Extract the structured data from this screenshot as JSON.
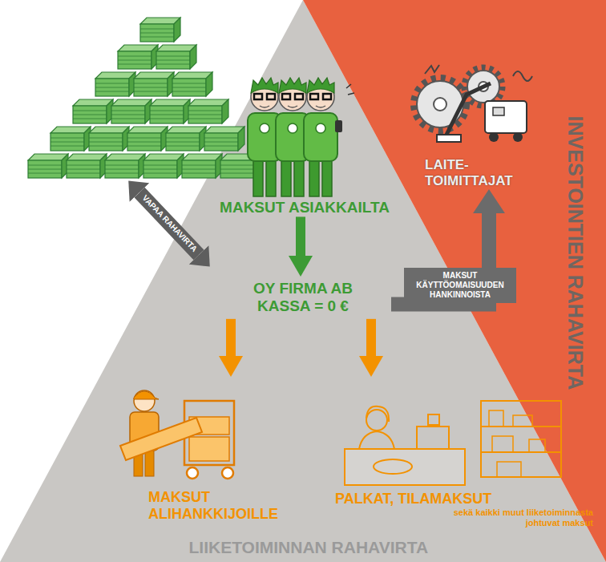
{
  "diagram": {
    "nodes": [
      {
        "text": [
          "MAKSUT ASIAKKAILTA"
        ]
      },
      {
        "text": [
          "OY FIRMA AB",
          "KASSA = 0 €"
        ]
      },
      {
        "text": [
          "MAKSUT ALIHANKKIJOILLE"
        ]
      },
      {
        "text": [
          "PALKAT, TILAMAKSUT",
          "sekä kaikki muut liiketoiminnasta johtuvat maksut"
        ]
      },
      {
        "text": [
          "LAITE- TOIMITTAJAT"
        ]
      }
    ],
    "edges": [
      {
        "from": 0,
        "to": 1,
        "arrow": "to"
      },
      {
        "from": 1,
        "to": 2,
        "arrow": "to"
      },
      {
        "from": 1,
        "to": 3,
        "arrow": "to"
      },
      {
        "from": 1,
        "to": 4,
        "arrow": "to",
        "label": "MAKSUT KÄYTTÖOMAISUUDEN HANKINNOISTA"
      }
    ],
    "labels": [
      "VAPAA RAHAVIRTA",
      "INVESTOINTIEN RAHAVIRTA",
      "LIIKETOIMINNAN RAHAVIRTA"
    ]
  }
}
